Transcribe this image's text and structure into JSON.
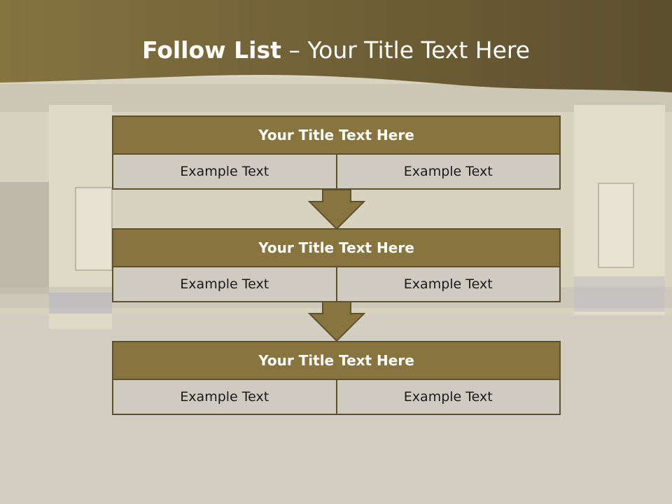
{
  "slide": {
    "title_bold": "Follow List",
    "title_rest": " – Your Title Text Here"
  },
  "blocks": [
    {
      "title": "Your Title Text Here",
      "cells": [
        "Example Text",
        "Example Text"
      ]
    },
    {
      "title": "Your Title Text Here",
      "cells": [
        "Example Text",
        "Example Text"
      ]
    },
    {
      "title": "Your Title Text Here",
      "cells": [
        "Example Text",
        "Example Text"
      ]
    }
  ],
  "colors": {
    "header_band": "#6e6035",
    "block_title": "#87743f",
    "block_border": "#5e5130",
    "cell_fill": "#cfcbc0",
    "arrow_fill": "#87743f"
  }
}
